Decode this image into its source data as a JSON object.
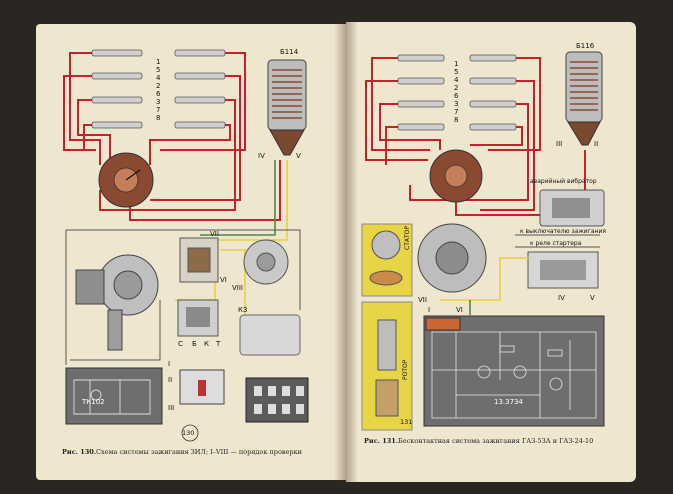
{
  "left_page": {
    "figure_label": "Рис. 130.",
    "caption": "Схема системы зажигания ЗИЛ; I–VIII — порядок проверки",
    "page_number": "130",
    "coil_label": "Б114",
    "module_label": "ТК102",
    "firing_order": [
      "1",
      "5",
      "4",
      "2",
      "6",
      "3",
      "7",
      "8"
    ],
    "roman_labels": [
      "IV",
      "V",
      "VI",
      "VII",
      "VIII",
      "II",
      "III",
      "I"
    ],
    "relay_labels": [
      "К3",
      "С",
      "Б",
      "К",
      "Т"
    ]
  },
  "right_page": {
    "figure_label": "Рис. 131.",
    "caption": "Бесконтактная система зажигания ГАЗ-53А и ГАЗ-24-10",
    "page_number": "131",
    "coil_label": "Б116",
    "module_label": "13.3734",
    "stator_label": "СТАТОР",
    "rotor_label": "РОТОР",
    "vibrator_label": "аварийный вибратор",
    "switch_label": "к выключателю зажигания",
    "starter_label": "к реле стартера",
    "firing_order": [
      "1",
      "5",
      "4",
      "2",
      "6",
      "3",
      "7",
      "8"
    ],
    "roman_labels": [
      "I",
      "II",
      "III",
      "IV",
      "V",
      "VI",
      "VII"
    ]
  },
  "colors": {
    "page": "#efe6cf",
    "wire_red": "#c8202a",
    "wire_yellow": "#e9cf3c",
    "wire_green": "#4d8a45",
    "panel_gray": "#6e6e6e",
    "module_yellow": "#e8d547"
  }
}
